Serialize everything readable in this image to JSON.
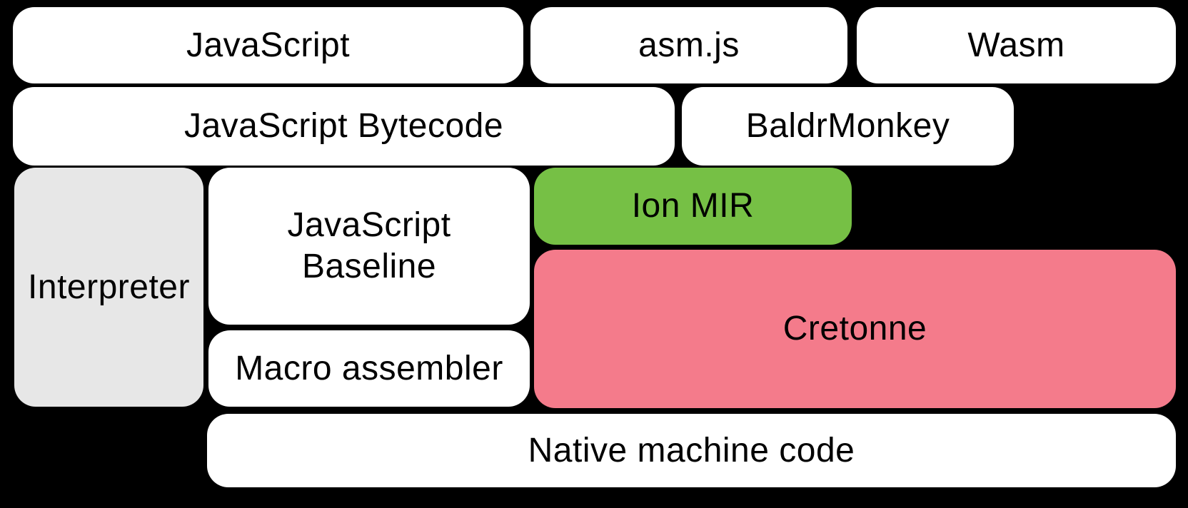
{
  "canvas": {
    "background": "#000000",
    "text_color": "#000000"
  },
  "palette": {
    "white_box": "#ffffff",
    "gray_box": "#e7e7e7",
    "green_box": "#76c045",
    "pink_box": "#f47b8b"
  },
  "boxes": {
    "javascript": {
      "label": "JavaScript",
      "color": "#ffffff"
    },
    "asmjs": {
      "label": "asm.js",
      "color": "#ffffff"
    },
    "wasm": {
      "label": "Wasm",
      "color": "#ffffff"
    },
    "bytecode": {
      "label": "JavaScript Bytecode",
      "color": "#ffffff"
    },
    "baldrmonkey": {
      "label": "BaldrMonkey",
      "color": "#ffffff"
    },
    "interpreter": {
      "label": "Interpreter",
      "color": "#e7e7e7"
    },
    "baseline": {
      "label": "JavaScript\nBaseline",
      "color": "#ffffff"
    },
    "ion_mir": {
      "label": "Ion MIR",
      "color": "#76c045"
    },
    "cretonne": {
      "label": "Cretonne",
      "color": "#f47b8b"
    },
    "macro_assembler": {
      "label": "Macro assembler",
      "color": "#ffffff"
    },
    "native_code": {
      "label": "Native machine code",
      "color": "#ffffff"
    }
  }
}
